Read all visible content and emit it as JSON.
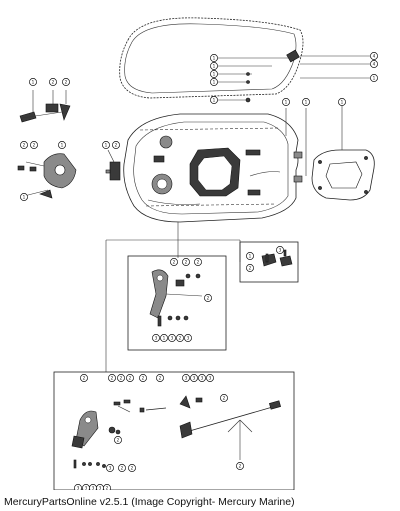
{
  "caption": "MercuryPartsOnline v2.5.1 (Image Copyright- Mercury Marine)",
  "callouts": [
    {
      "id": "c1a",
      "n": "1"
    },
    {
      "id": "c1b",
      "n": "1"
    },
    {
      "id": "c1c",
      "n": "1"
    },
    {
      "id": "c1d",
      "n": "1"
    },
    {
      "id": "c1e",
      "n": "1"
    },
    {
      "id": "c1f",
      "n": "1"
    },
    {
      "id": "c1g",
      "n": "1"
    },
    {
      "id": "c1h",
      "n": "1"
    },
    {
      "id": "c1i",
      "n": "1"
    },
    {
      "id": "c1j",
      "n": "1"
    },
    {
      "id": "c1k",
      "n": "1"
    },
    {
      "id": "c1l",
      "n": "1"
    },
    {
      "id": "c1m",
      "n": "1"
    },
    {
      "id": "c1n",
      "n": "1"
    },
    {
      "id": "c1o",
      "n": "1"
    },
    {
      "id": "c2a",
      "n": "2"
    },
    {
      "id": "c2b",
      "n": "2"
    },
    {
      "id": "c2c",
      "n": "2"
    },
    {
      "id": "c2d",
      "n": "2"
    },
    {
      "id": "c2e",
      "n": "2"
    },
    {
      "id": "c2f",
      "n": "2"
    },
    {
      "id": "c2g",
      "n": "2"
    },
    {
      "id": "c2h",
      "n": "2"
    },
    {
      "id": "c2i",
      "n": "2"
    },
    {
      "id": "c2j",
      "n": "2"
    },
    {
      "id": "c2k",
      "n": "2"
    },
    {
      "id": "c2l",
      "n": "2"
    },
    {
      "id": "c2m",
      "n": "2"
    },
    {
      "id": "c2n",
      "n": "2"
    },
    {
      "id": "c2o",
      "n": "2"
    },
    {
      "id": "c2p",
      "n": "2"
    },
    {
      "id": "c2q",
      "n": "2"
    },
    {
      "id": "c2r",
      "n": "2"
    },
    {
      "id": "c2s",
      "n": "2"
    },
    {
      "id": "c2t",
      "n": "2"
    },
    {
      "id": "c2u",
      "n": "2"
    },
    {
      "id": "c2v",
      "n": "2"
    },
    {
      "id": "c2w",
      "n": "2"
    },
    {
      "id": "c3a",
      "n": "3"
    },
    {
      "id": "c3b",
      "n": "3"
    },
    {
      "id": "c3c",
      "n": "3"
    },
    {
      "id": "c3d",
      "n": "3"
    },
    {
      "id": "c3e",
      "n": "3"
    },
    {
      "id": "c3f",
      "n": "3"
    },
    {
      "id": "c3g",
      "n": "3"
    },
    {
      "id": "c3h",
      "n": "3"
    },
    {
      "id": "c3i",
      "n": "3"
    },
    {
      "id": "c3j",
      "n": "3"
    },
    {
      "id": "c3k",
      "n": "3"
    },
    {
      "id": "c3l",
      "n": "3"
    },
    {
      "id": "c3m",
      "n": "3"
    },
    {
      "id": "c4a",
      "n": "4"
    },
    {
      "id": "c4b",
      "n": "4"
    }
  ]
}
